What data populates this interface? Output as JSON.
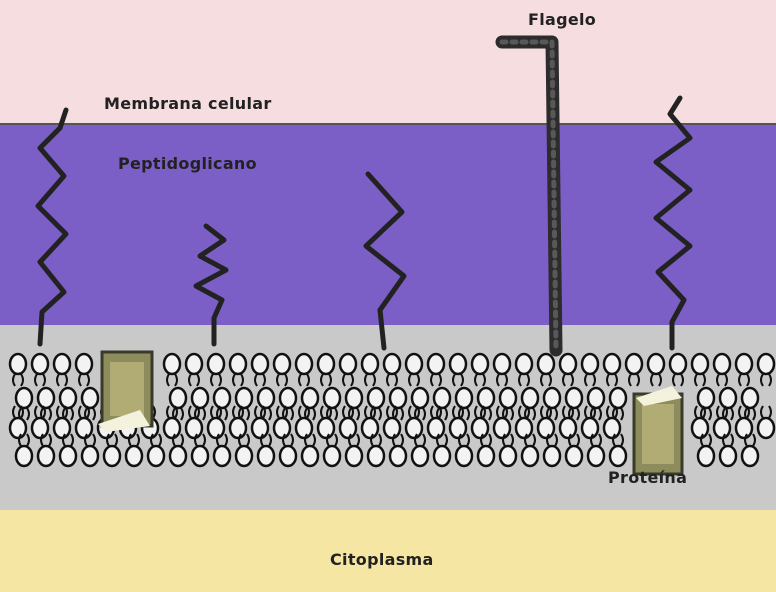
{
  "labels": {
    "flagelo": "Flagelo",
    "membrana_celular": "Membrana celular",
    "peptidoglicano": "Peptidoglicano",
    "proteina": "Proteína",
    "citoplasma": "Citoplasma"
  },
  "colors": {
    "membrane_band": "#f6dde0",
    "peptidoglycan_band": "#7b5fc6",
    "lipid_bilayer_band": "#c9c9c9",
    "cytoplasm_band": "#f6e6a4",
    "fiber": "#222222",
    "protein": "#8c8c5c"
  },
  "icons": {
    "phospholipid": "phospholipid-head-icon",
    "protein": "protein-block-icon"
  }
}
